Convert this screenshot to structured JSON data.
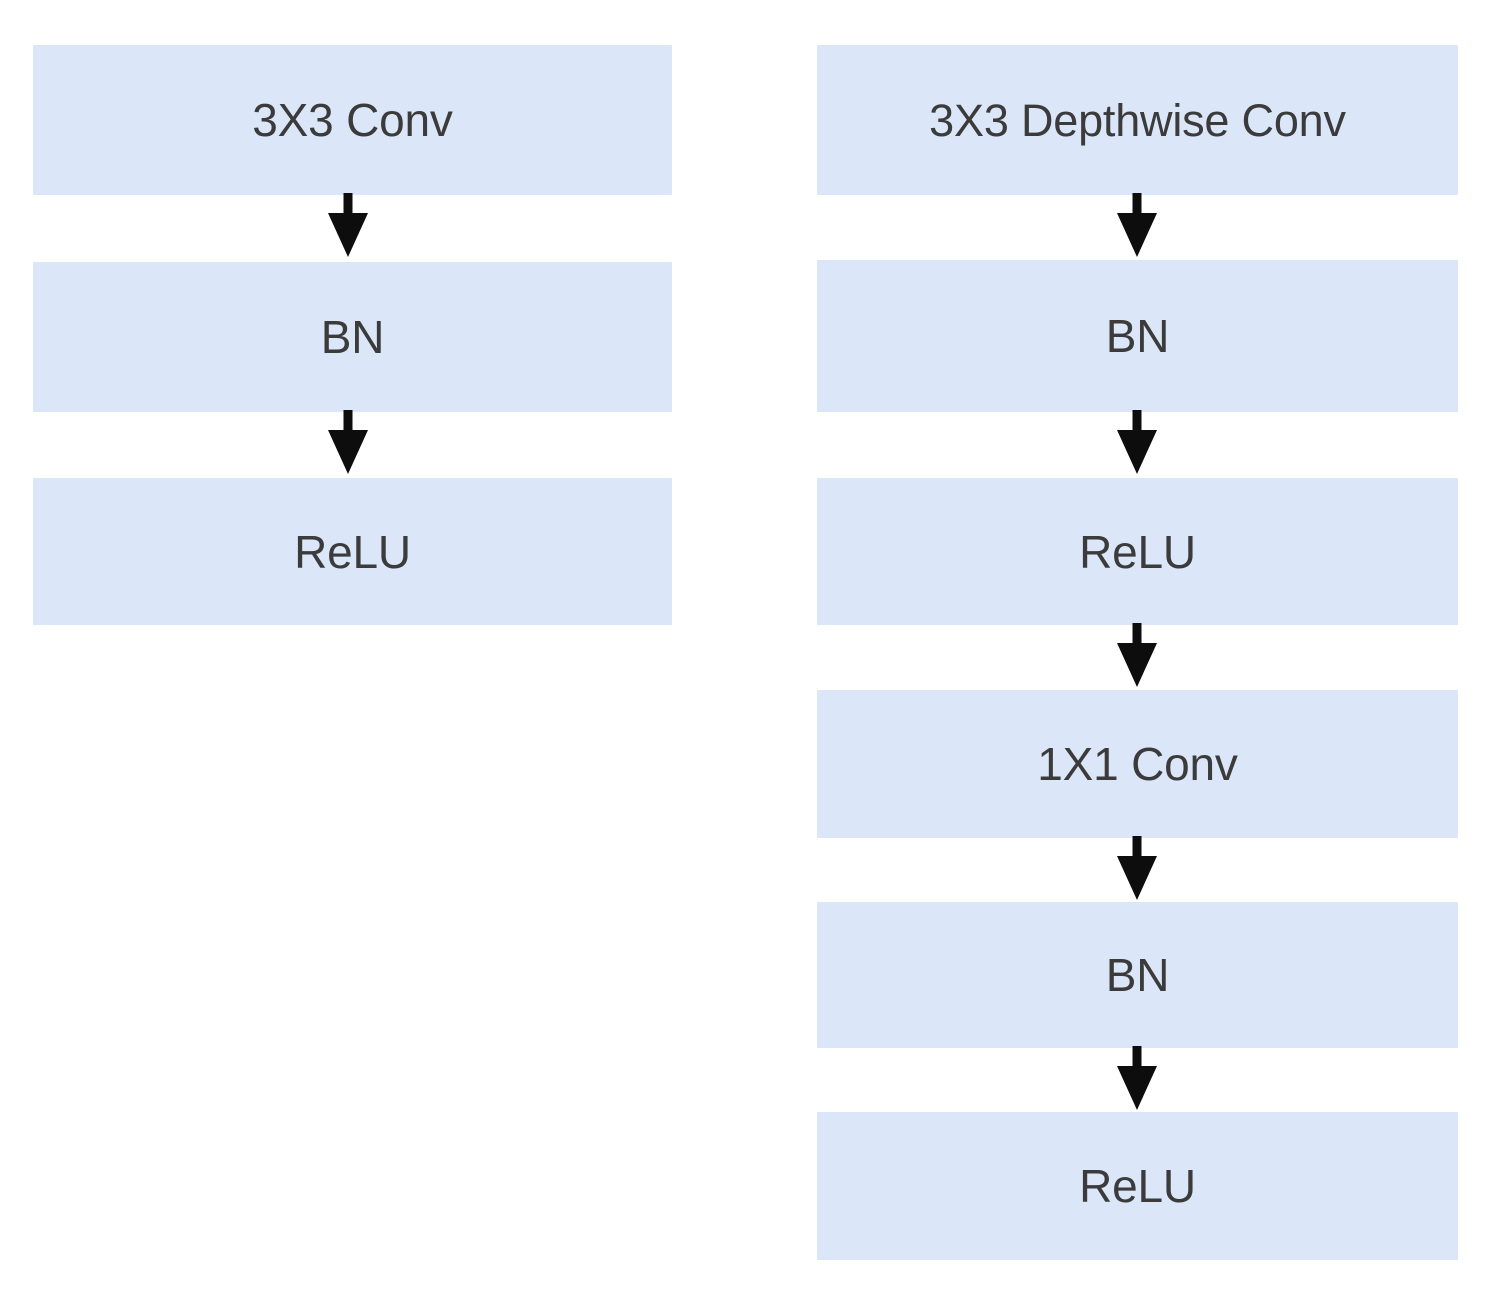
{
  "figure": {
    "background_color": "#ffffff",
    "block_fill_color": "#dbe7f9",
    "block_text_color": "#3b3b3b",
    "arrow_color": "#0d0d0d"
  },
  "columns": [
    {
      "id": "standard-conv",
      "blocks": [
        {
          "label": "3X3 Conv"
        },
        {
          "label": "BN"
        },
        {
          "label": "ReLU"
        }
      ],
      "arrow_count": 2
    },
    {
      "id": "depthwise-separable-conv",
      "blocks": [
        {
          "label": "3X3 Depthwise Conv"
        },
        {
          "label": "BN"
        },
        {
          "label": "ReLU"
        },
        {
          "label": "1X1 Conv"
        },
        {
          "label": "BN"
        },
        {
          "label": "ReLU"
        }
      ],
      "arrow_count": 5
    }
  ],
  "icons": {
    "arrow_down": "down-arrow-icon"
  }
}
